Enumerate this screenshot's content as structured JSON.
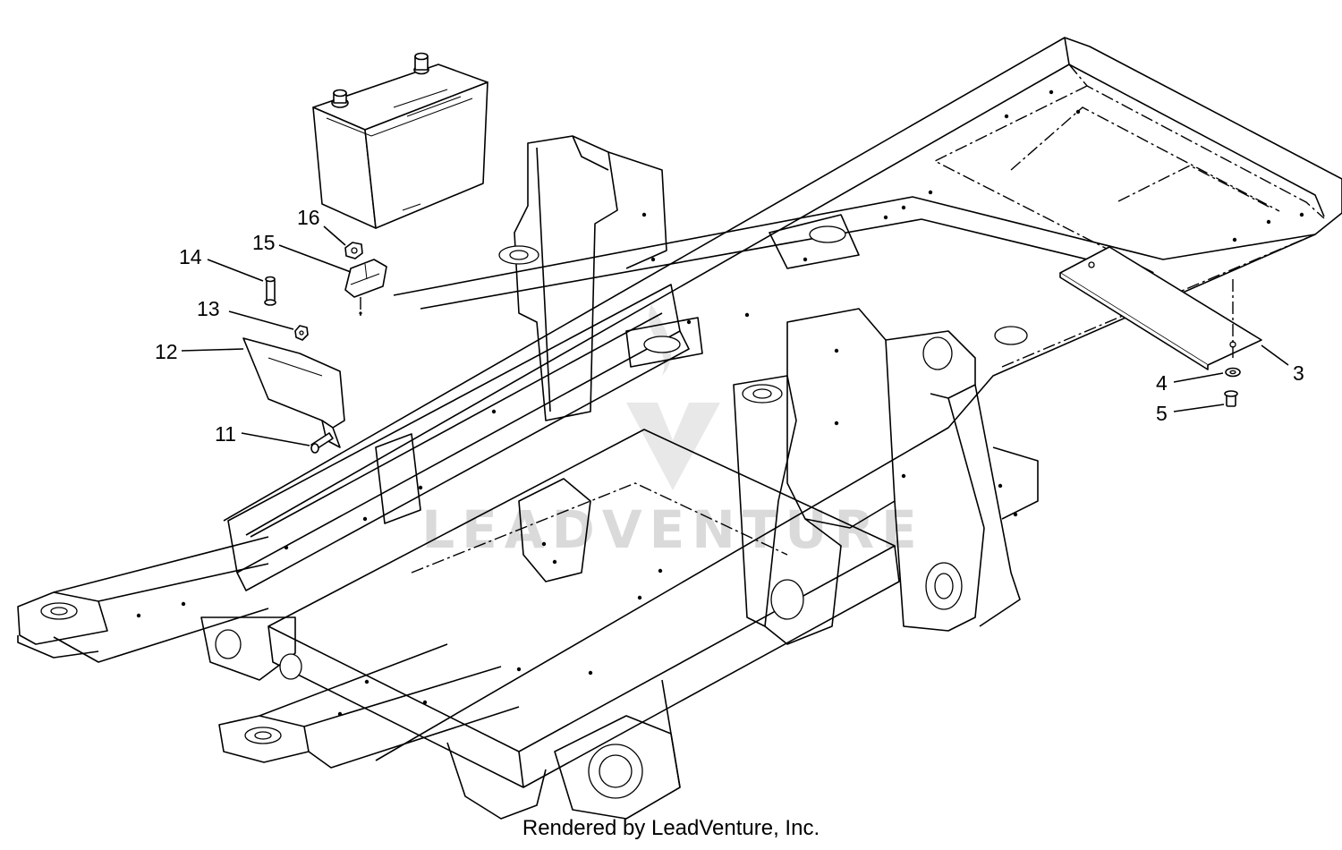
{
  "watermark": {
    "text": "LEADVENTURE"
  },
  "footer": {
    "text": "Rendered by LeadVenture, Inc."
  },
  "callouts": [
    {
      "id": "3",
      "label": "3"
    },
    {
      "id": "4",
      "label": "4"
    },
    {
      "id": "5",
      "label": "5"
    },
    {
      "id": "11",
      "label": "11"
    },
    {
      "id": "12",
      "label": "12"
    },
    {
      "id": "13",
      "label": "13"
    },
    {
      "id": "14",
      "label": "14"
    },
    {
      "id": "15",
      "label": "15"
    },
    {
      "id": "16",
      "label": "16"
    }
  ]
}
